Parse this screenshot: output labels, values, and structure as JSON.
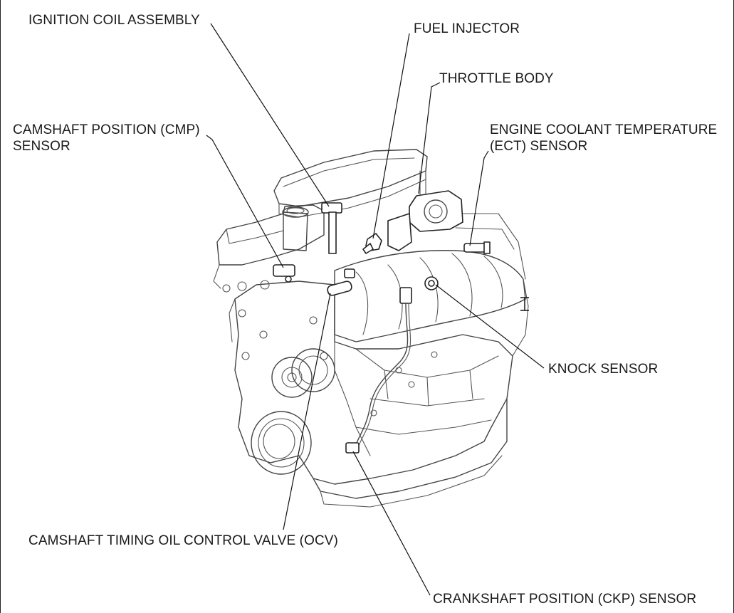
{
  "labels": {
    "ignition_coil": "IGNITION COIL ASSEMBLY",
    "fuel_injector": "FUEL INJECTOR",
    "throttle_body": "THROTTLE BODY",
    "cmp_line1": "CAMSHAFT POSITION (CMP)",
    "cmp_line2": "SENSOR",
    "ect_line1": "ENGINE COOLANT TEMPERATURE",
    "ect_line2": "(ECT) SENSOR",
    "knock_sensor": "KNOCK SENSOR",
    "ocv": "CAMSHAFT TIMING OIL CONTROL VALVE (OCV)",
    "ckp": "CRANKSHAFT POSITION (CKP) SENSOR"
  },
  "cursor_icon": "text-cursor-icon"
}
